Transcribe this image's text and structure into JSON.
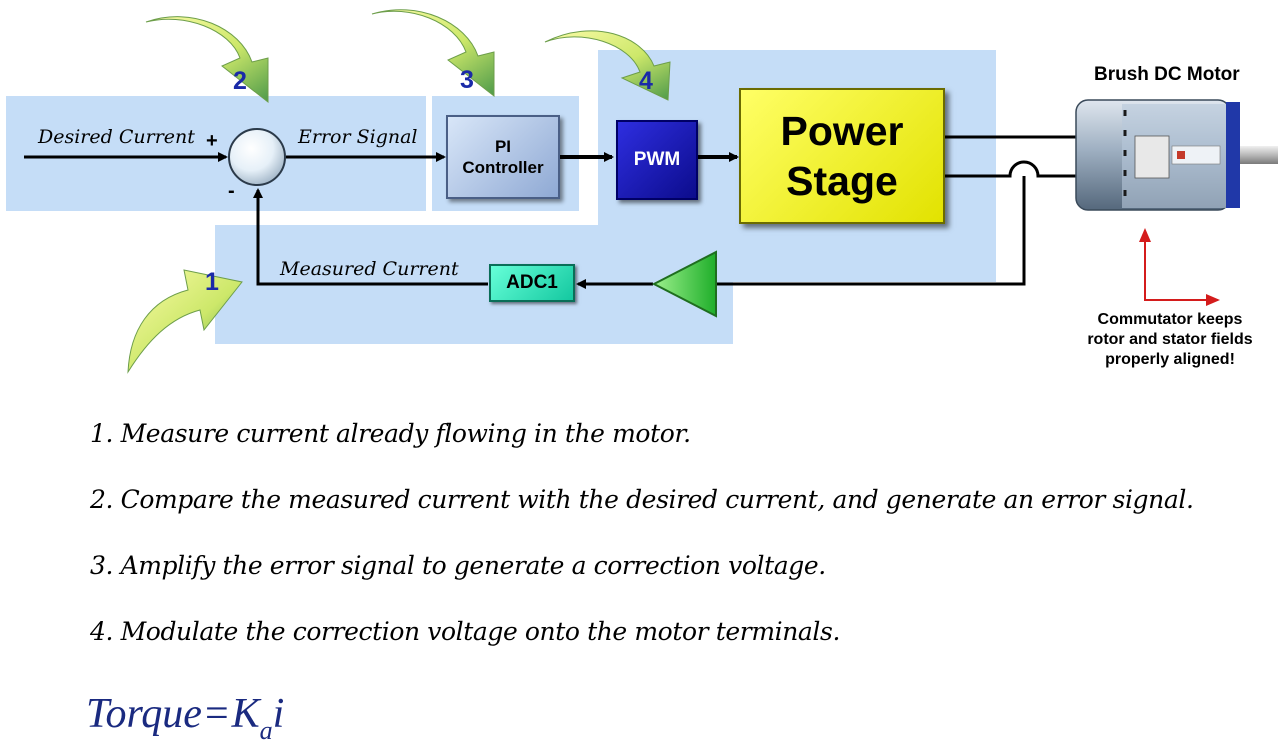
{
  "diagram": {
    "steps_markers": [
      "1",
      "2",
      "3",
      "4"
    ],
    "labels": {
      "desired_current": "Desired Current",
      "plus": "+",
      "minus": "-",
      "error_signal": "Error Signal",
      "measured_current": "Measured Current"
    },
    "blocks": {
      "pi_line1": "PI",
      "pi_line2": "Controller",
      "pwm": "PWM",
      "power_line1": "Power",
      "power_line2": "Stage",
      "adc": "ADC1"
    },
    "motor": {
      "title": "Brush DC Motor",
      "note_line1": "Commutator keeps",
      "note_line2": "rotor and stator fields",
      "note_line3": "properly aligned!"
    }
  },
  "steps": [
    "1.  Measure current already flowing in the motor.",
    "2.  Compare the measured current with the desired current, and generate an error signal.",
    "3.  Amplify the error signal to generate a correction voltage.",
    "4.  Modulate the correction voltage onto the motor terminals."
  ],
  "formula": {
    "lhs": "Torque",
    "eq": "=",
    "K": "K",
    "sub": "a",
    "var": "i"
  }
}
